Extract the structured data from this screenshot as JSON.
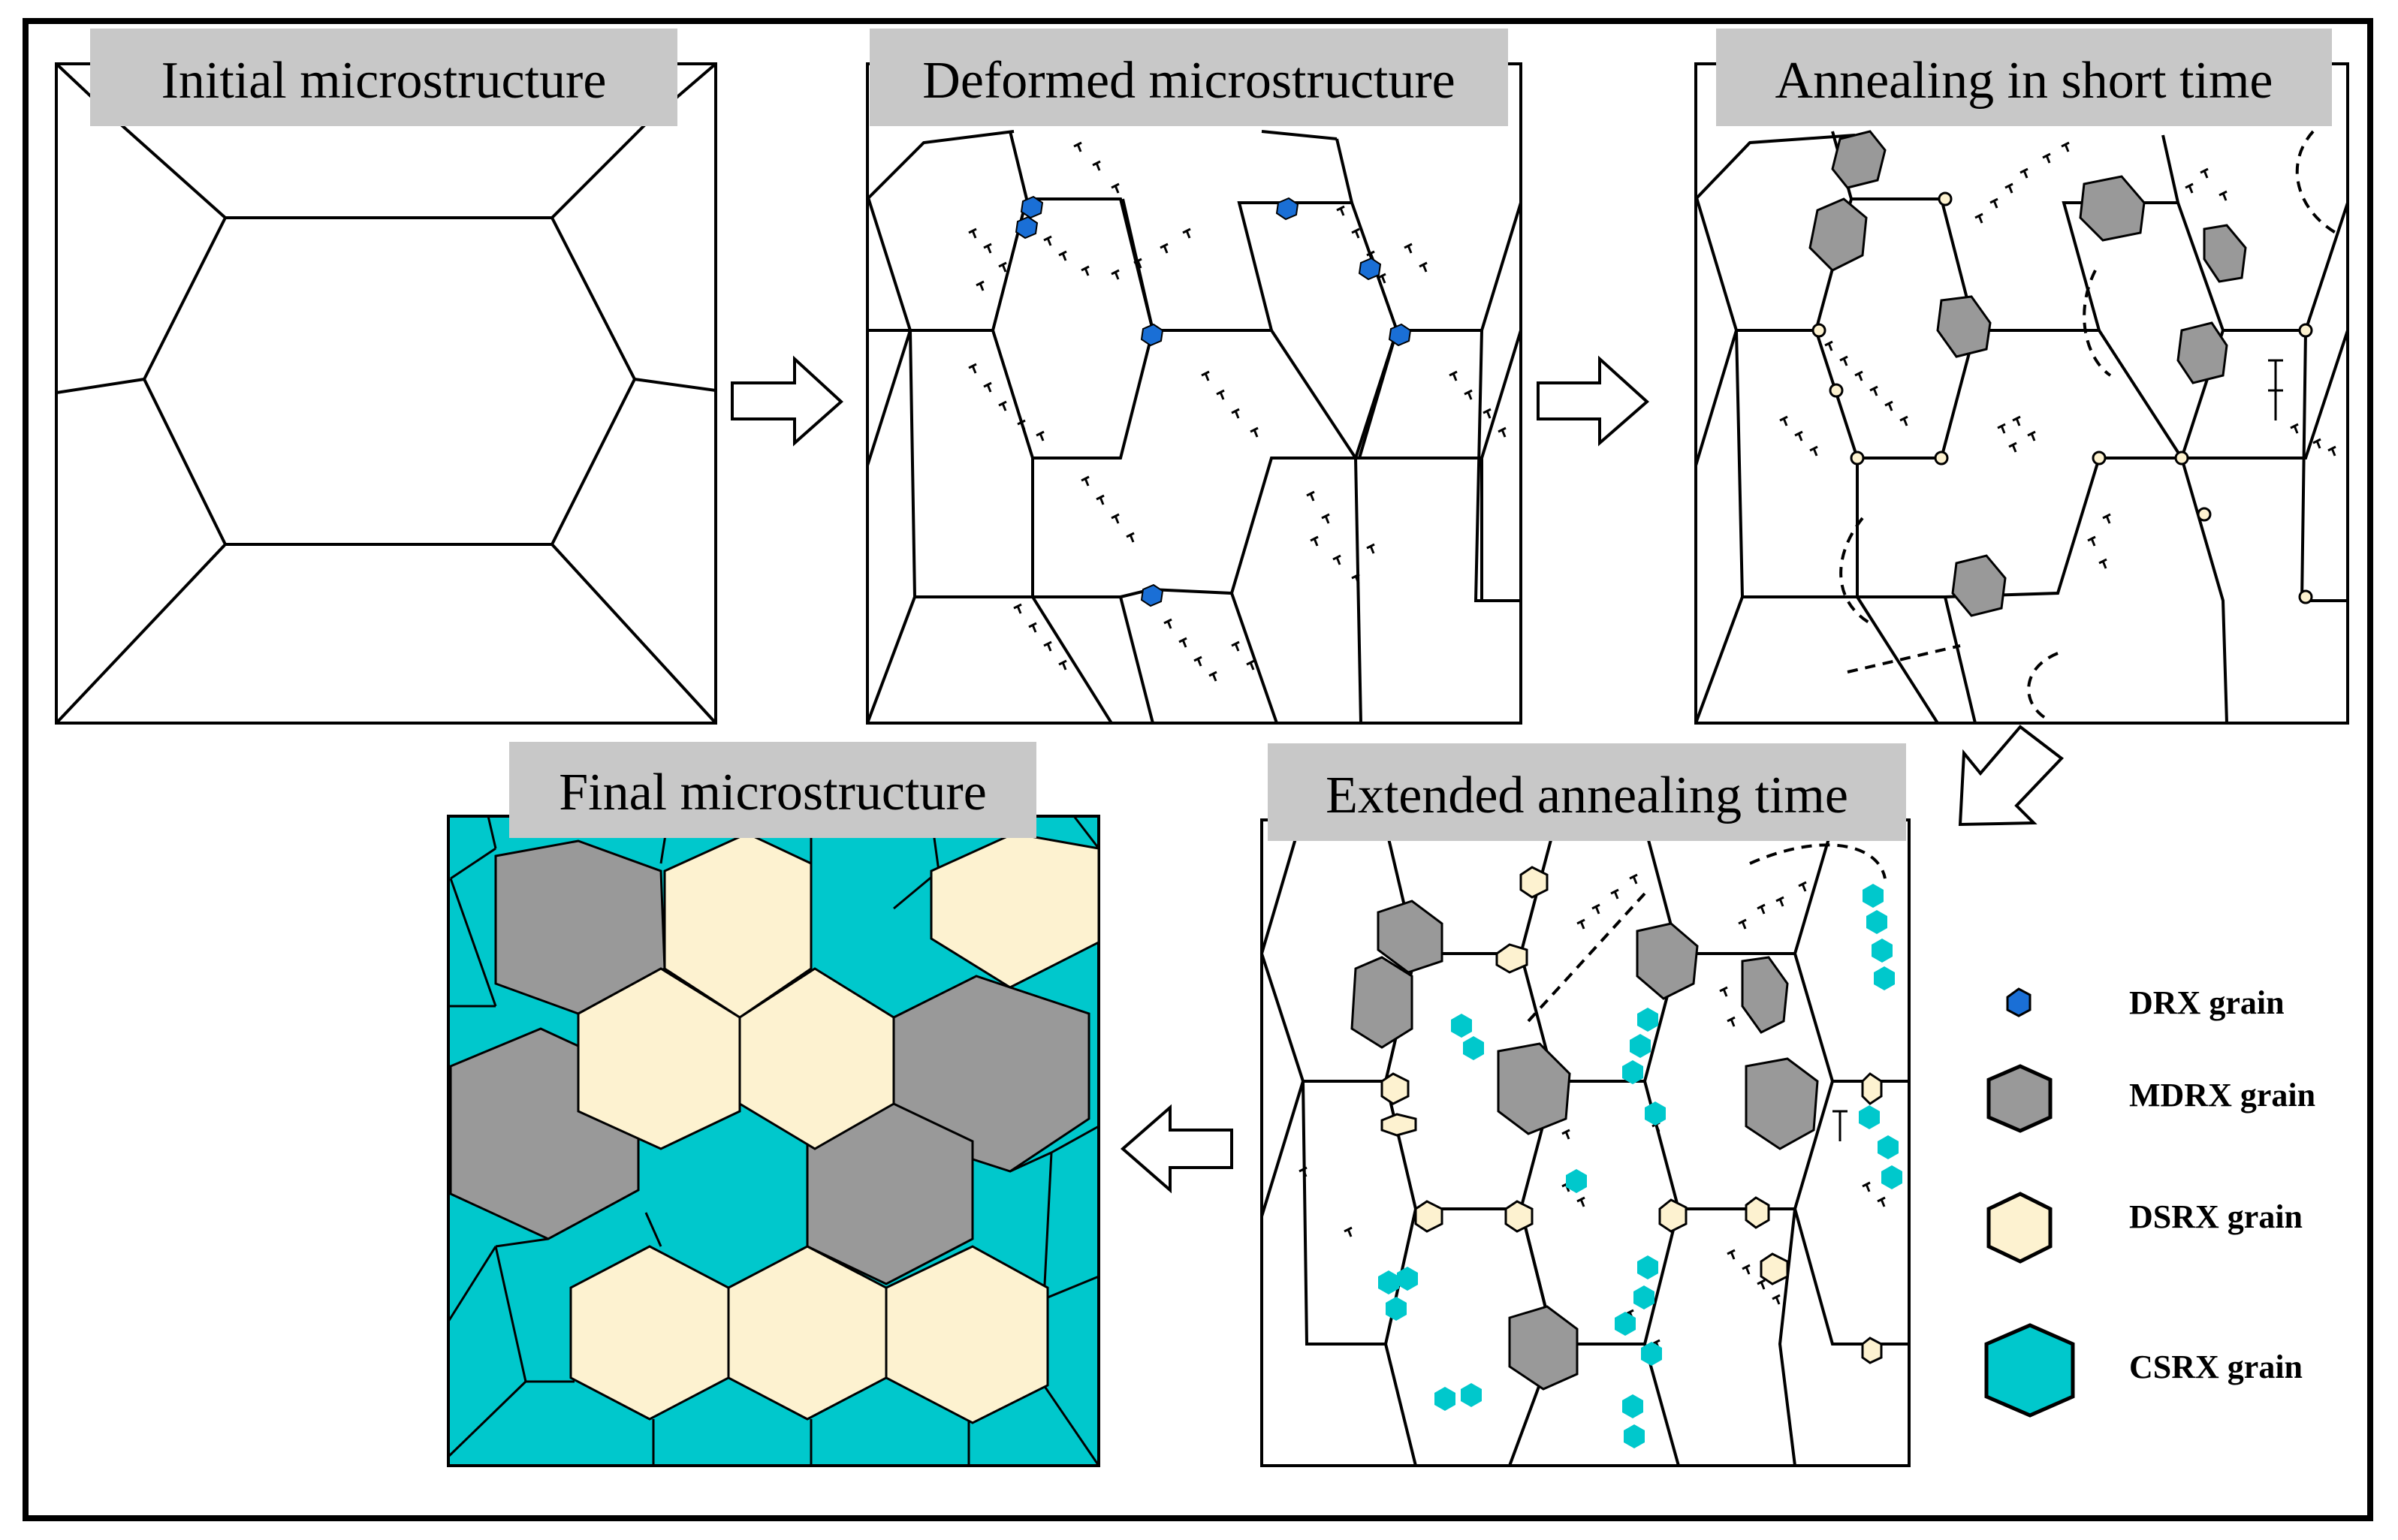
{
  "panels": {
    "initial": {
      "title": "Initial microstructure"
    },
    "deformed": {
      "title": "Deformed microstructure"
    },
    "short": {
      "title": "Annealing in short time"
    },
    "extended": {
      "title": "Extended annealing time"
    },
    "final": {
      "title": "Final microstructure"
    }
  },
  "legend": {
    "items": [
      {
        "label": "DRX grain",
        "color": "#1a6fd6"
      },
      {
        "label": "MDRX grain",
        "color": "#999999"
      },
      {
        "label": "DSRX grain",
        "color": "#fdf2d0"
      },
      {
        "label": "CSRX grain",
        "color": "#00c8cc"
      }
    ]
  },
  "colors": {
    "drx": "#1a6fd6",
    "mdrx": "#999999",
    "dsrx": "#fdf2d0",
    "csrx": "#00c8cc",
    "title_box": "#c8c8c8"
  }
}
